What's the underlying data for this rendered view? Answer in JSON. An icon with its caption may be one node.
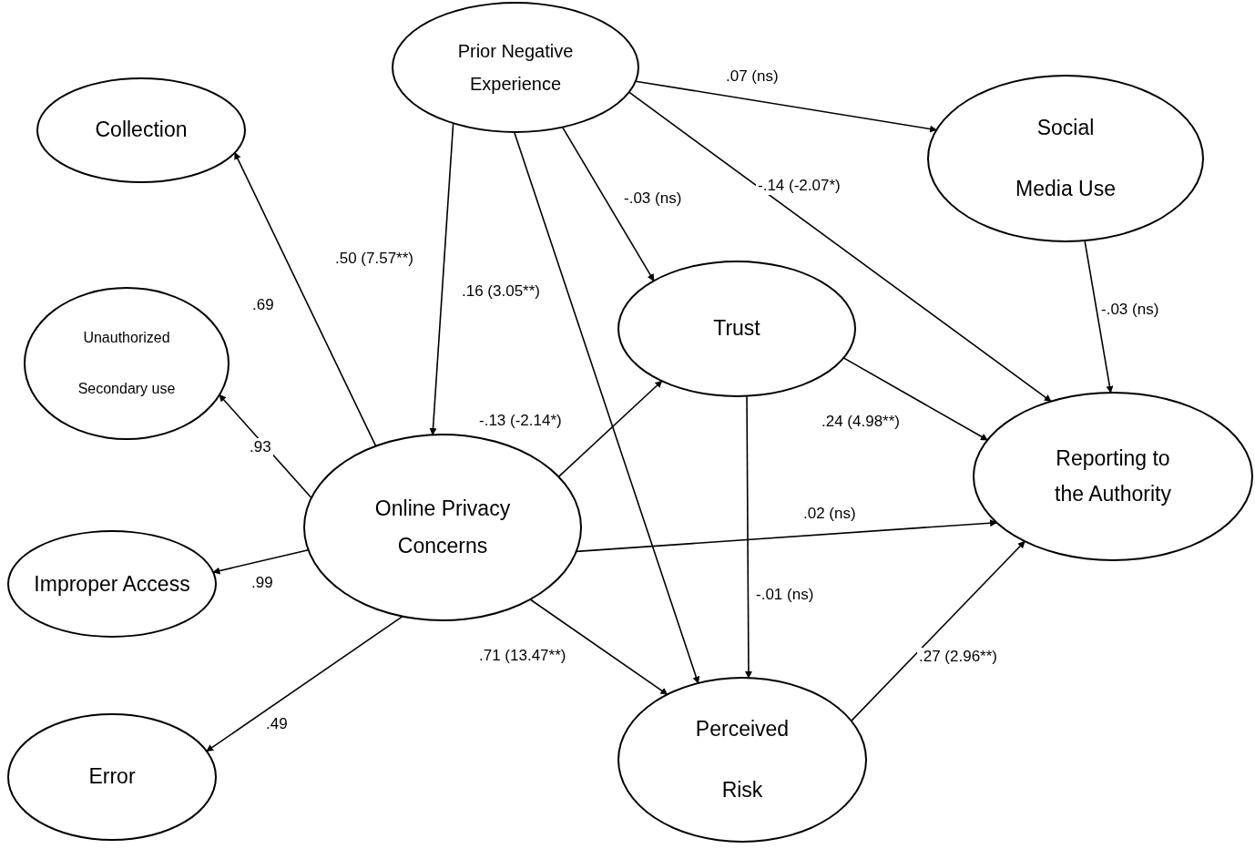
{
  "diagram": {
    "nodes": [
      {
        "text": [
          "Prior Negative Experience"
        ]
      },
      {
        "text": [
          "Collection"
        ]
      },
      {
        "text": [
          "Social Media Use"
        ]
      },
      {
        "text": [
          "Trust"
        ]
      },
      {
        "text": [
          "Unauthorized Secondary use"
        ]
      },
      {
        "text": [
          "Online Privacy Concerns"
        ]
      },
      {
        "text": [
          "Reporting to the Authority"
        ]
      },
      {
        "text": [
          "Improper Access"
        ]
      },
      {
        "text": [
          "Perceived Risk"
        ]
      },
      {
        "text": [
          "Error"
        ]
      }
    ],
    "edges": [
      {
        "from": 0,
        "to": 2,
        "arrow": "to",
        "label": ".07 (ns)"
      },
      {
        "from": 0,
        "to": 5,
        "arrow": "to",
        "label": ".50 (7.57**)"
      },
      {
        "from": 0,
        "to": 8,
        "arrow": "to",
        "label": ".16 (3.05**)"
      },
      {
        "from": 0,
        "to": 3,
        "arrow": "to",
        "label": "-.03 (ns)"
      },
      {
        "from": 0,
        "to": 6,
        "arrow": "to",
        "label": "-.14 (-2.07*)"
      },
      {
        "from": 2,
        "to": 6,
        "arrow": "to",
        "label": "-.03 (ns)"
      },
      {
        "from": 5,
        "to": 1,
        "arrow": "to",
        "label": ".69"
      },
      {
        "from": 5,
        "to": 4,
        "arrow": "to",
        "label": ".93"
      },
      {
        "from": 5,
        "to": 7,
        "arrow": "to",
        "label": ".99"
      },
      {
        "from": 5,
        "to": 9,
        "arrow": "to",
        "label": ".49"
      },
      {
        "from": 5,
        "to": 3,
        "arrow": "to",
        "label": "-.13 (-2.14*)"
      },
      {
        "from": 5,
        "to": 6,
        "arrow": "to",
        "label": ".02 (ns)"
      },
      {
        "from": 5,
        "to": 8,
        "arrow": "to",
        "label": ".71 (13.47**)"
      },
      {
        "from": 3,
        "to": 6,
        "arrow": "to",
        "label": ".24 (4.98**)"
      },
      {
        "from": 3,
        "to": 8,
        "arrow": "to",
        "label": "-.01 (ns)"
      },
      {
        "from": 8,
        "to": 6,
        "arrow": "to",
        "label": ".27 (2.96**)"
      }
    ]
  }
}
